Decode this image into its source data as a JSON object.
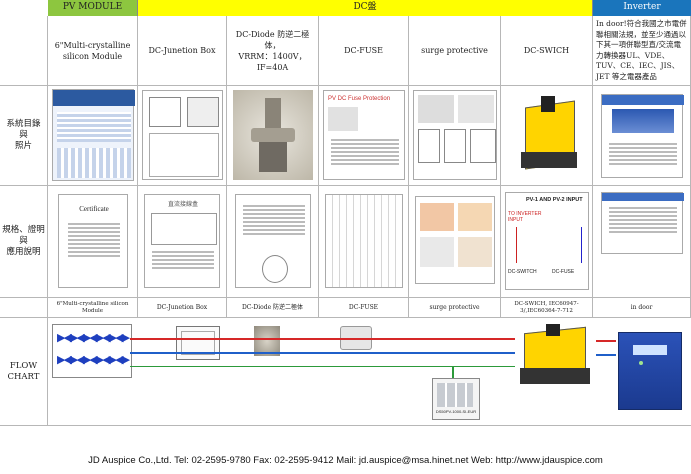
{
  "header": {
    "pv_module": "PV MODULE",
    "dc_section": "DC盤",
    "inverter": "Inverter"
  },
  "columns": [
    {
      "title": "6\"Multi-crystalline silicon Module"
    },
    {
      "title": "DC-Junetion Box"
    },
    {
      "title_line1": "DC-Diode 防逆二極体，",
      "title_line2": "VRRM：1400V，IF=40A"
    },
    {
      "title": "DC-FUSE"
    },
    {
      "title": "surge protective"
    },
    {
      "title": "DC-SWICH"
    },
    {
      "title": "In door!符合我國之市電併聯相關法規，並至少通過以下其一項併聯型直/交流電力轉換器UL、VDE、TUV、CE、IEC、JIS、JET 等之電器產品"
    }
  ],
  "rows": {
    "catalog": "系統目錄\n與\n照片",
    "spec": "規格、證明\n與\n應用說明",
    "flow": "FLOW\nCHART"
  },
  "captions": [
    "6\"Multi-crystalline silicon Module",
    "DC-Junetion Box",
    "DC-Diode 防逆二極体",
    "DC-FUSE",
    "surge protective",
    "DC-SWICH, IEC60947-3/,IEC60364-7-712",
    "in door"
  ],
  "doc_titles": {
    "certificate": "Certificate",
    "pv_inverter": "PV-1 AND PV-2 INPUT",
    "to_inverter": "TO INVERTER INPUT",
    "dc_switch": "DC-SWITCH",
    "dc_fuse": "DC-FUSE",
    "fuse_doc": "PV DC Fuse Protection",
    "junction_doc": "直流接線盒"
  },
  "flow_labels": {
    "surge": "DS50PV-1000-SI-EUR"
  },
  "footer": "JD Auspice Co.,Ltd. Tel: 02-2595-9780 Fax: 02-2595-9412 Mail: jd.auspice@msa.hinet.net Web: http://www.jdauspice.com",
  "colors": {
    "pv_header": "#8dc63f",
    "dc_header": "#ffff00",
    "inverter_header": "#1a75bc",
    "panel_blue": "#1e3fbf",
    "line_red": "#d62828",
    "line_blue": "#1f5fc9",
    "line_green": "#2c9a3a"
  }
}
